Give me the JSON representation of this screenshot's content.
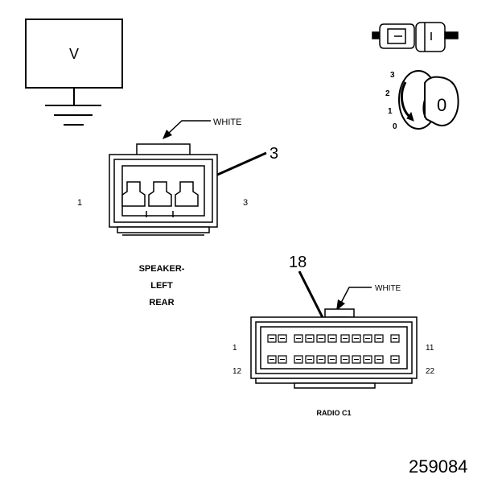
{
  "meter": {
    "label": "V"
  },
  "ignition_switch": {
    "positions": [
      "3",
      "2",
      "1",
      "0"
    ],
    "key_label": "0"
  },
  "speaker_connector": {
    "color_callout": "WHITE",
    "pin_callout": "3",
    "left_pin": "1",
    "right_pin": "3",
    "title_lines": [
      "SPEAKER-",
      "LEFT",
      "REAR"
    ]
  },
  "radio_connector": {
    "color_callout": "WHITE",
    "pin_callout": "18",
    "pin_labels": {
      "top_left": "1",
      "top_right": "11",
      "bottom_left": "12",
      "bottom_right": "22"
    },
    "title": "RADIO C1"
  },
  "figure_number": "259084"
}
